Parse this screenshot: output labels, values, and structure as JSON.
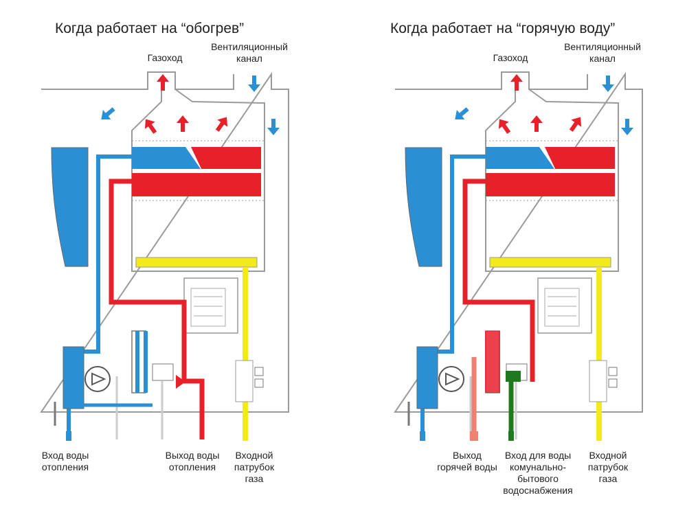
{
  "left_panel": {
    "title": "Когда работает на “обогрев”",
    "flue": "Газоход",
    "vent": "Вентиляционный\nканал",
    "labels": {
      "heating_in": "Вход воды\nотопления",
      "heating_out": "Выход воды\nотопления",
      "gas_in": "Входной\nпатрубок\nгаза"
    }
  },
  "right_panel": {
    "title": "Когда работает на “горячую воду”",
    "flue": "Газоход",
    "vent": "Вентиляционный\nканал",
    "labels": {
      "hot_out": "Выход\nгорячей воды",
      "cold_in": "Вход для воды\nкомунально-\nбытового\nводоснабжения",
      "gas_in": "Входной\nпатрубок\nгаза"
    }
  },
  "colors": {
    "hot": "#e8202a",
    "cold": "#2b8fd4",
    "gas": "#f2ea1a",
    "domestic_cold": "#1f7a1f",
    "domestic_hot": "#f08070",
    "outline": "#9a9a9a"
  }
}
